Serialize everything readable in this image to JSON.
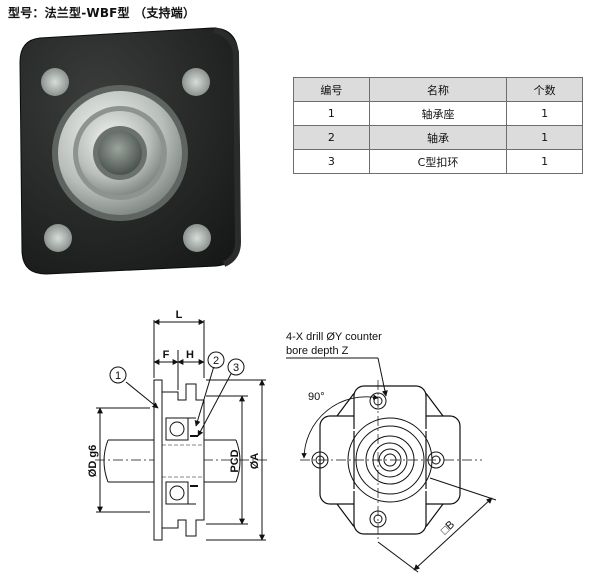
{
  "title": "型号：法兰型-WBF型 （支持端）",
  "table": {
    "headers": [
      "编号",
      "名称",
      "个数"
    ],
    "rows": [
      [
        "1",
        "轴承座",
        "1"
      ],
      [
        "2",
        "轴承",
        "1"
      ],
      [
        "3",
        "C型扣环",
        "1"
      ]
    ]
  },
  "drawing": {
    "callouts": [
      "1",
      "2",
      "3"
    ],
    "dim_L": "L",
    "dim_F": "F",
    "dim_H": "H",
    "dim_D": "ØD g6",
    "dim_PCD": "PCD",
    "dim_A": "ØA",
    "drill_line1": "4-X drill ØY counter",
    "drill_line2": "bore depth Z",
    "angle": "90°",
    "dim_B": "□B"
  }
}
